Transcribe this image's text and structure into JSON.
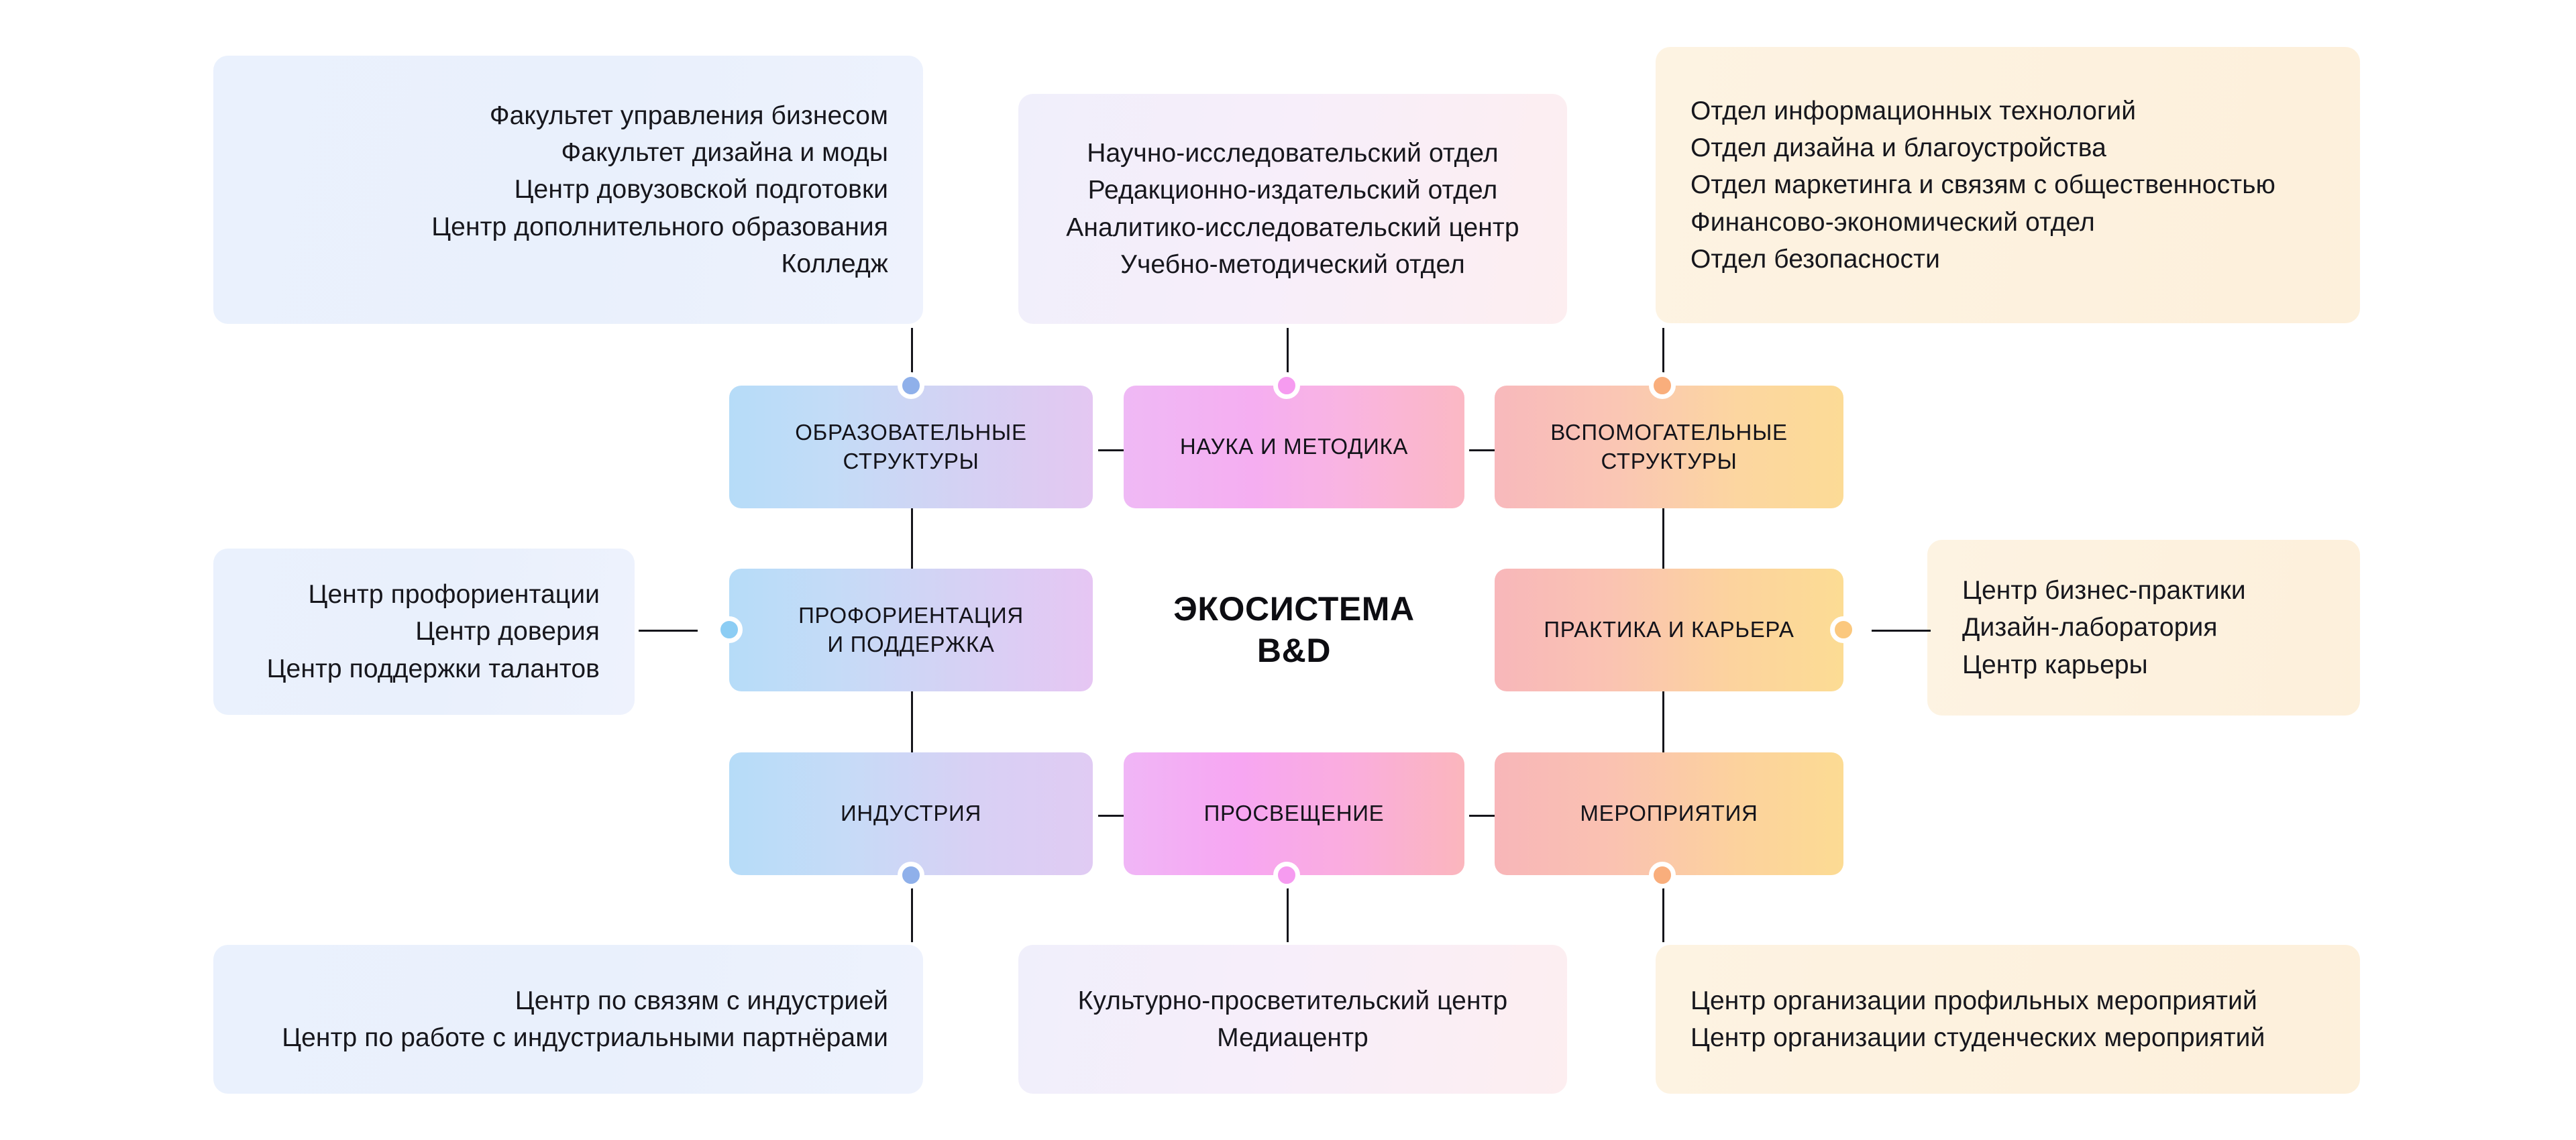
{
  "center": {
    "title_line1": "ЭКОСИСТЕМА",
    "title_line2": "B&D"
  },
  "nodes": {
    "education": {
      "label": "ОБРАЗОВАТЕЛЬНЫЕ\nСТРУКТУРЫ"
    },
    "science": {
      "label": "НАУКА И МЕТОДИКА"
    },
    "support": {
      "label": "ВСПОМОГАТЕЛЬНЫЕ\nСТРУКТУРЫ"
    },
    "guidance": {
      "label": "ПРОФОРИЕНТАЦИЯ\nИ ПОДДЕРЖКА"
    },
    "practice": {
      "label": "ПРАКТИКА И КАРЬЕРА"
    },
    "industry": {
      "label": "ИНДУСТРИЯ"
    },
    "education2": {
      "label": "ПРОСВЕЩЕНИЕ"
    },
    "events": {
      "label": "МЕРОПРИЯТИЯ"
    }
  },
  "cards": {
    "education_items": [
      "Факультет управления бизнесом",
      "Факультет дизайна и моды",
      "Центр довузовской подготовки",
      "Центр дополнительного образования",
      "Колледж"
    ],
    "science_items": [
      "Научно-исследовательский отдел",
      "Редакционно-издательский отдел",
      "Аналитико-исследовательский центр",
      "Учебно-методический отдел"
    ],
    "support_items": [
      "Отдел информационных технологий",
      "Отдел дизайна и благоустройства",
      "Отдел маркетинга и связям с общественностью",
      "Финансово-экономический отдел",
      "Отдел безопасности"
    ],
    "guidance_items": [
      "Центр профориентации",
      "Центр доверия",
      "Центр поддержки талантов"
    ],
    "practice_items": [
      "Центр бизнес-практики",
      "Дизайн-лаборатория",
      "Центр карьеры"
    ],
    "industry_items": [
      "Центр по связям с индустрией",
      "Центр по работе с индустриальными партнёрами"
    ],
    "enlightenment_items": [
      "Культурно-просветительский центр",
      "Медиацентр"
    ],
    "events_items": [
      "Центр организации профильных мероприятий",
      "Центр организации студенческих мероприятий"
    ]
  },
  "colors": {
    "dot_blue": "#8fb0ea",
    "dot_skyblue": "#8ccdf4",
    "dot_magenta": "#f69bf0",
    "dot_orange": "#f9ae7c",
    "dot_amber": "#fbc87e",
    "card_blue": "#eaf1fd",
    "card_pink": "#f7eefa",
    "card_amber": "#fdf2e0",
    "connector": "#15151b",
    "text": "#15151c"
  }
}
